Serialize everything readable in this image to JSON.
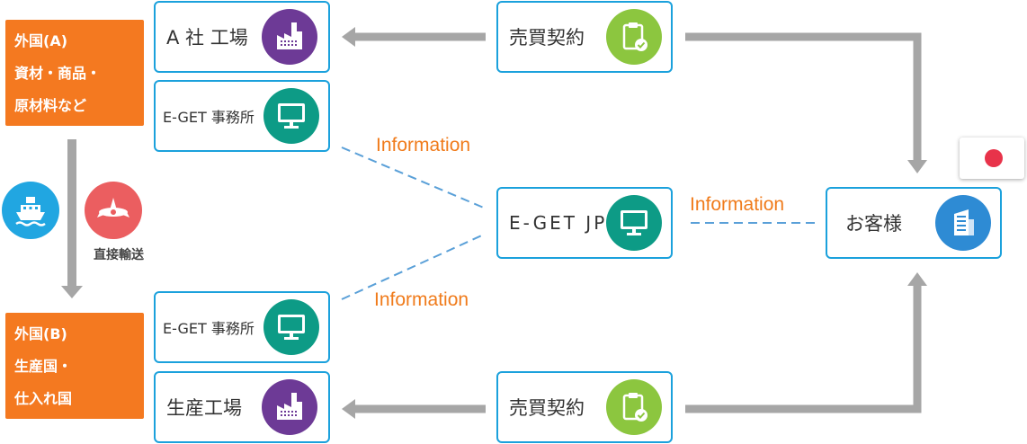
{
  "colors": {
    "orange": "#f47920",
    "card_border": "#1ba1dc",
    "arrow_gray": "#a6a6a6",
    "dash_blue": "#5aa0d8",
    "info_orange": "#f07b1b",
    "factory_purple": "#6d3a96",
    "monitor_teal": "#0d9b86",
    "clipboard_green": "#8cc63f",
    "building_blue": "#2e8bd4",
    "ship_blue": "#21a6e1",
    "plane_red": "#eb5e60",
    "flag_red": "#e8334a"
  },
  "left": {
    "country_a": [
      "外国(A)",
      "資材・商品・",
      "原材料など"
    ],
    "country_b": [
      "外国(B)",
      "生産国・",
      "仕入れ国"
    ],
    "transport_label": "直接輸送",
    "icons": [
      "ship-icon",
      "plane-icon"
    ]
  },
  "cards": {
    "factory_a": {
      "label": "A 社 工場",
      "icon": "factory-icon"
    },
    "eget_office_top": {
      "label": "E-GET 事務所",
      "icon": "monitor-icon"
    },
    "eget_office_bottom": {
      "label": "E-GET 事務所",
      "icon": "monitor-icon"
    },
    "factory_production": {
      "label": "生産工場",
      "icon": "factory-icon"
    },
    "contract_top": {
      "label": "売買契約",
      "icon": "clipboard-check-icon"
    },
    "contract_bottom": {
      "label": "売買契約",
      "icon": "clipboard-check-icon"
    },
    "eget_jp": {
      "label": "E-GET JP",
      "icon": "monitor-icon"
    },
    "customer": {
      "label": "お客様",
      "icon": "building-icon"
    }
  },
  "info_labels": {
    "top": "Information",
    "right": "Information",
    "bottom": "Information"
  },
  "flag": {
    "icon": "japan-flag-icon"
  }
}
